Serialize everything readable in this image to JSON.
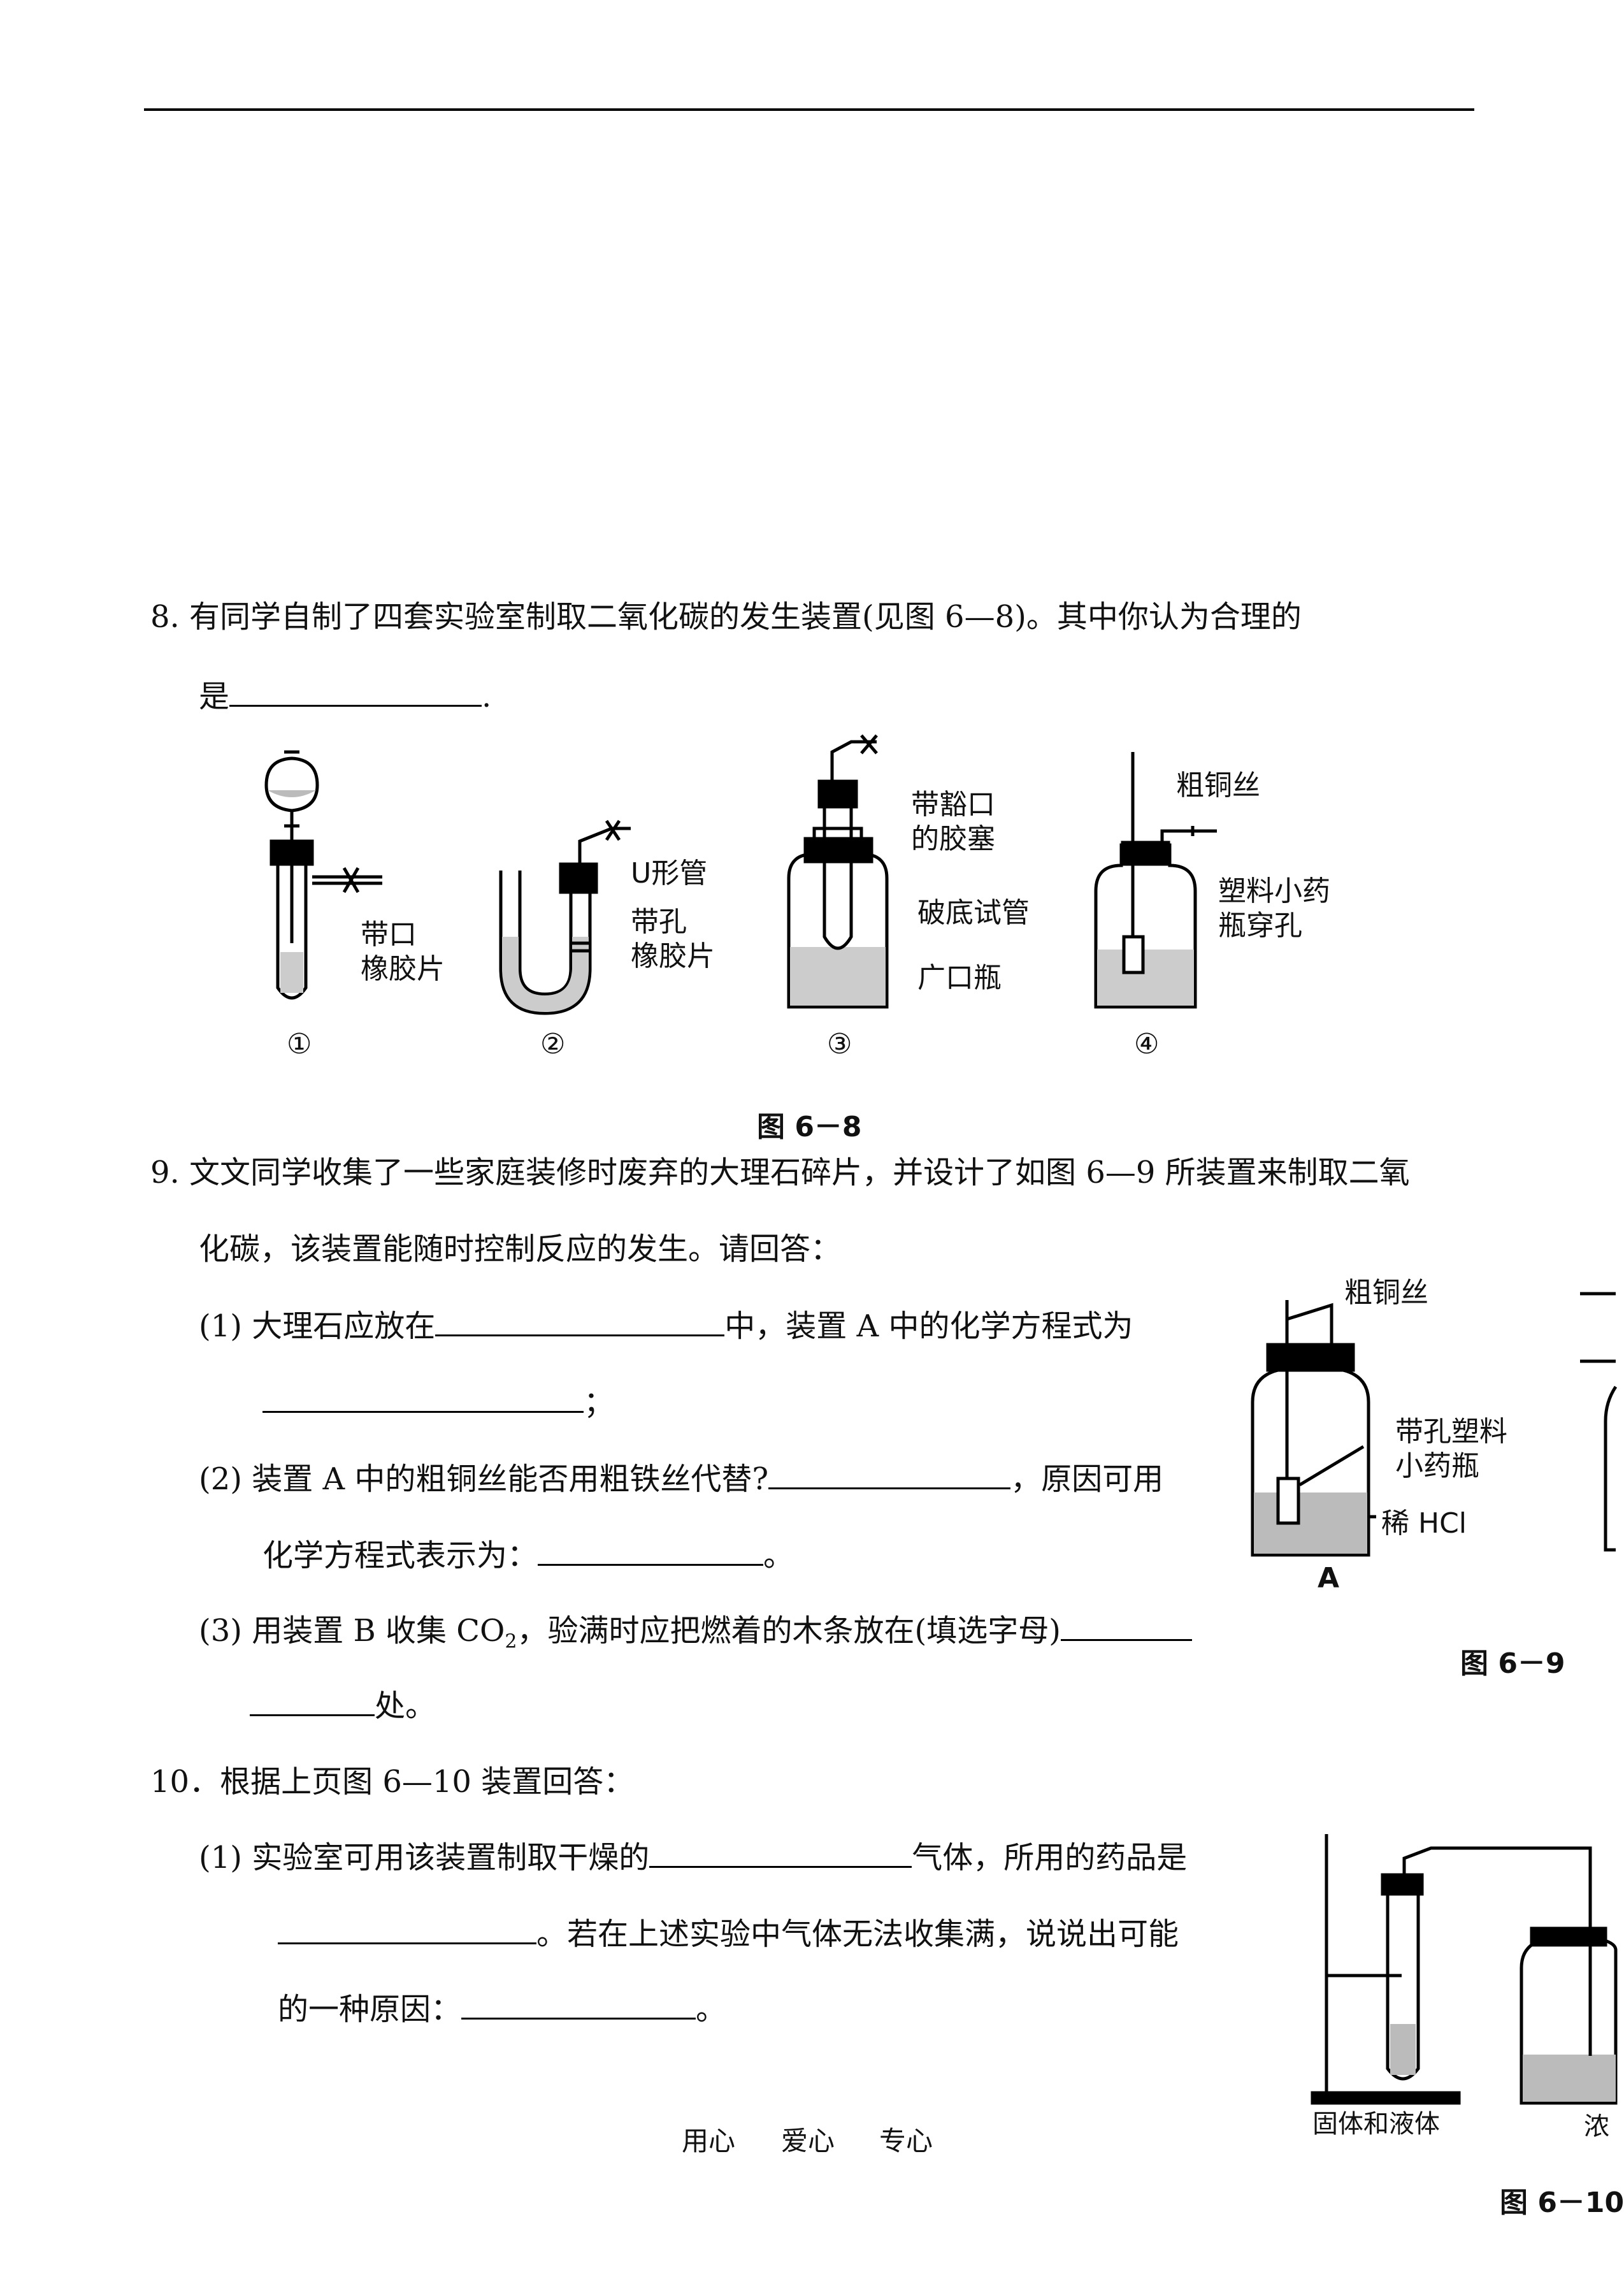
{
  "q8": {
    "line1": "8.  有同学自制了四套实验室制取二氧化碳的发生装置(见图 6—8)。其中你认为合理的",
    "line2_prefix": "是",
    "line2_suffix": ".",
    "figure": {
      "label_1": "带口\n橡胶片",
      "label_2a": "U形管",
      "label_2b": "带孔\n橡胶片",
      "label_3a": "带豁口\n的胶塞",
      "label_3b": "破底试管",
      "label_3c": "广口瓶",
      "label_4a": "粗铜丝",
      "label_4b": "塑料小药\n瓶穿孔",
      "num_1": "①",
      "num_2": "②",
      "num_3": "③",
      "num_4": "④",
      "caption": "图 6－8"
    }
  },
  "q9": {
    "line1": "9.  文文同学收集了一些家庭装修时废弃的大理石碎片，并设计了如图 6—9 所装置来制取二氧",
    "line2": "化碳，该装置能随时控制反应的发生。请回答：",
    "p1_prefix": "(1)  大理石应放在",
    "p1_mid": "中，装置 A 中的化学方程式为",
    "p1_end": "；",
    "p2_prefix": "(2)  装置 A 中的粗铜丝能否用粗铁丝代替?",
    "p2_mid": "，原因可用",
    "p2_line2_prefix": "化学方程式表示为：",
    "p2_line2_end": "。",
    "p3_prefix": "(3)  用装置 B 收集 CO",
    "p3_sub": "2",
    "p3_mid": "，验满时应把燃着的木条放在(填选字母)",
    "p3_end": "处。",
    "figure": {
      "label_wire": "粗铜丝",
      "label_bottle": "带孔塑料\n小药瓶",
      "label_acid": "稀 HCl",
      "label_a": "A",
      "caption": "图 6－9"
    }
  },
  "q10": {
    "line1": "10．根据上页图 6—10 装置回答：",
    "p1_prefix": "(1)  实验室可用该装置制取干燥的",
    "p1_mid": "气体，所用的药品是",
    "p1_line2_end": "。若在上述实验中气体无法收集满，说说出可能",
    "p1_line3_prefix": "的一种原因：",
    "p1_line3_end": "。",
    "figure": {
      "label_left": "固体和液体",
      "label_right": "浓",
      "caption": "图 6－10"
    }
  },
  "footer": {
    "a": "用心",
    "b": "爱心",
    "c": "专心"
  }
}
